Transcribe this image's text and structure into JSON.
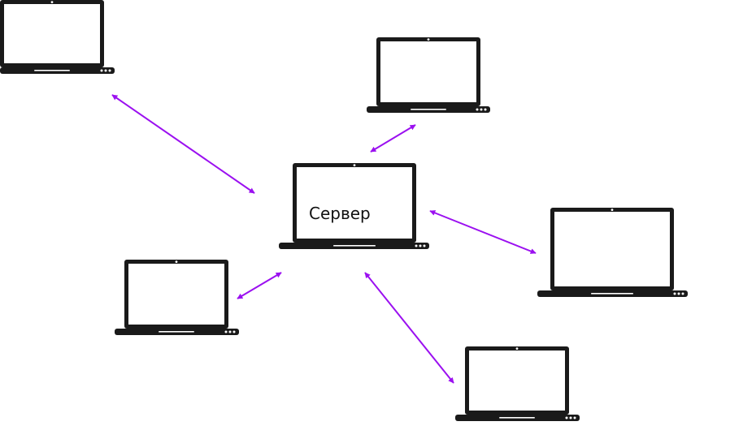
{
  "diagram": {
    "server_label": "Сервер",
    "arrow_color": "#9b10f0",
    "device_color": "#1a1a1a",
    "screen_color": "#ffffff",
    "device_icon": "laptop-icon",
    "nodes": [
      {
        "id": "server",
        "role": "server"
      },
      {
        "id": "client-1",
        "role": "client"
      },
      {
        "id": "client-2",
        "role": "client"
      },
      {
        "id": "client-3",
        "role": "client"
      },
      {
        "id": "client-4",
        "role": "client"
      },
      {
        "id": "client-5",
        "role": "client"
      }
    ],
    "links": [
      {
        "from": "server",
        "to": "client-1",
        "direction": "bidirectional"
      },
      {
        "from": "server",
        "to": "client-2",
        "direction": "bidirectional"
      },
      {
        "from": "server",
        "to": "client-3",
        "direction": "bidirectional"
      },
      {
        "from": "server",
        "to": "client-4",
        "direction": "bidirectional"
      },
      {
        "from": "server",
        "to": "client-5",
        "direction": "bidirectional"
      }
    ]
  }
}
